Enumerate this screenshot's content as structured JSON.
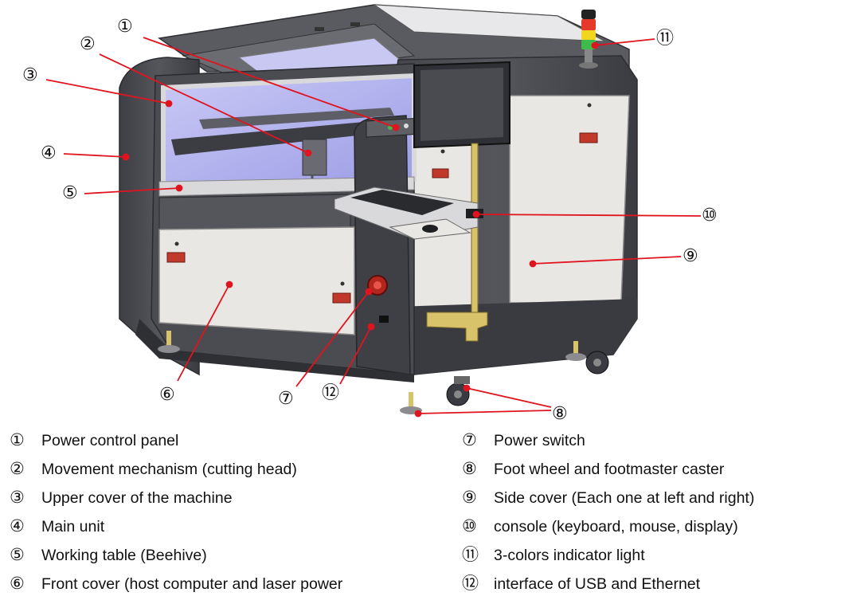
{
  "callouts": [
    {
      "num": "①",
      "label": "Power control panel"
    },
    {
      "num": "②",
      "label": "Movement mechanism (cutting head)"
    },
    {
      "num": "③",
      "label": "Upper cover of the machine"
    },
    {
      "num": "④",
      "label": "Main unit"
    },
    {
      "num": "⑤",
      "label": "Working table (Beehive)"
    },
    {
      "num": "⑥",
      "label": "Front cover (host computer and laser power"
    },
    {
      "num": "⑦",
      "label": "Power switch"
    },
    {
      "num": "⑧",
      "label": "Foot wheel and footmaster caster"
    },
    {
      "num": "⑨",
      "label": "Side cover (Each one at left and right)"
    },
    {
      "num": "⑩",
      "label": "console (keyboard, mouse, display)"
    },
    {
      "num": "⑪",
      "label": "3-colors indicator light"
    },
    {
      "num": "⑫",
      "label": "interface of USB and Ethernet"
    }
  ],
  "colors": {
    "leader": "#e0141e",
    "body_dark": "#4a4b50",
    "panel_light": "#e9e7e3",
    "glass": "#b6b6ef",
    "frame": "#d9d9dc",
    "stand": "#d9c36a",
    "signal_red": "#e53a2a",
    "signal_yellow": "#f2d51f",
    "signal_green": "#3dbb4b"
  }
}
